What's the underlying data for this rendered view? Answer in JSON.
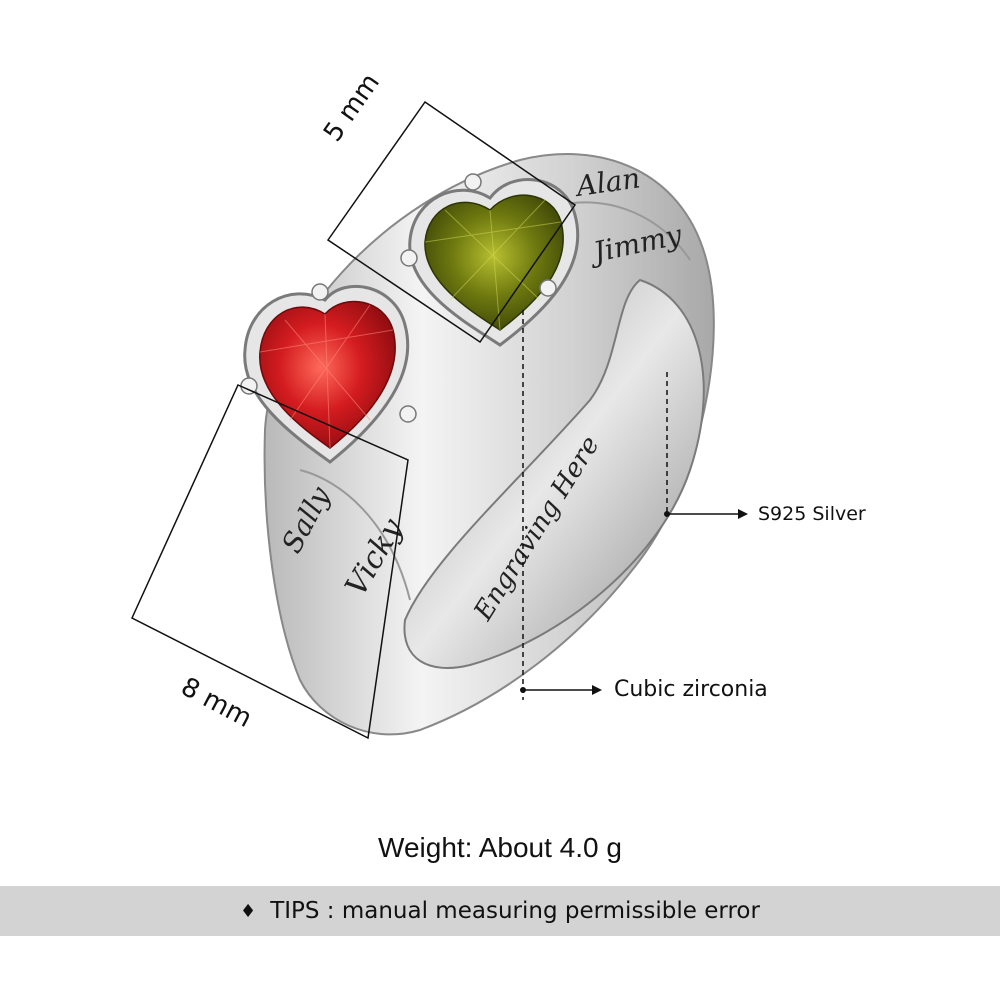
{
  "product": {
    "engravings": {
      "top_left_name": "Alan",
      "top_right_name": "Jimmy",
      "band_left_name": "Sally",
      "band_right_name": "Vicky",
      "inner_text": "Engraving Here"
    },
    "stones": [
      {
        "name": "red-heart-stone",
        "color": "#c8161d"
      },
      {
        "name": "green-heart-stone",
        "color": "#6f7a10"
      }
    ],
    "metal_color": "#d9d9d9"
  },
  "dimensions": {
    "stone_size": "5 mm",
    "band_width": "8 mm"
  },
  "callouts": {
    "material": "S925  Silver",
    "stone_type": "Cubic zirconia"
  },
  "weight_text": "Weight: About 4.0 g",
  "tips": {
    "bullet": "♦",
    "text": "TIPS : manual measuring permissible error"
  }
}
